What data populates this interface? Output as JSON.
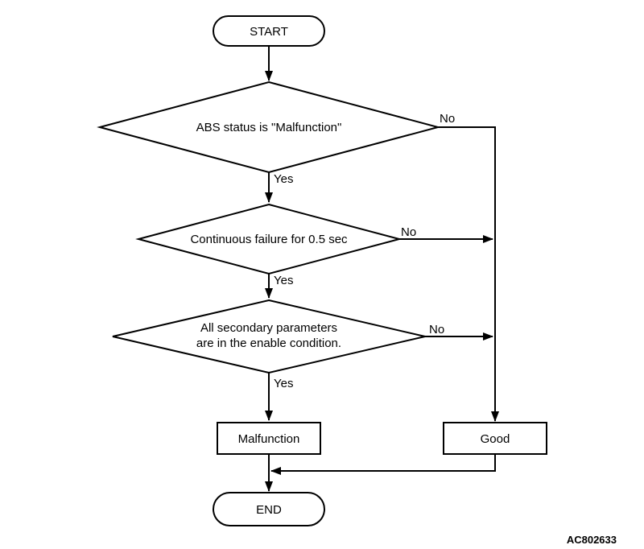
{
  "colors": {
    "line": "#000000",
    "text": "#000000",
    "background": "#ffffff"
  },
  "figure_code": "AC802633",
  "flowchart": {
    "start": {
      "label": "START"
    },
    "decisions": [
      {
        "label": "ABS status is \"Malfunction\"",
        "yes": "Yes",
        "no": "No"
      },
      {
        "label": "Continuous failure for 0.5 sec",
        "yes": "Yes",
        "no": "No"
      },
      {
        "label_line1": "All secondary parameters",
        "label_line2": "are in the enable condition.",
        "yes": "Yes",
        "no": "No"
      }
    ],
    "outcomes": {
      "malfunction": "Malfunction",
      "good": "Good"
    },
    "end": {
      "label": "END"
    }
  }
}
